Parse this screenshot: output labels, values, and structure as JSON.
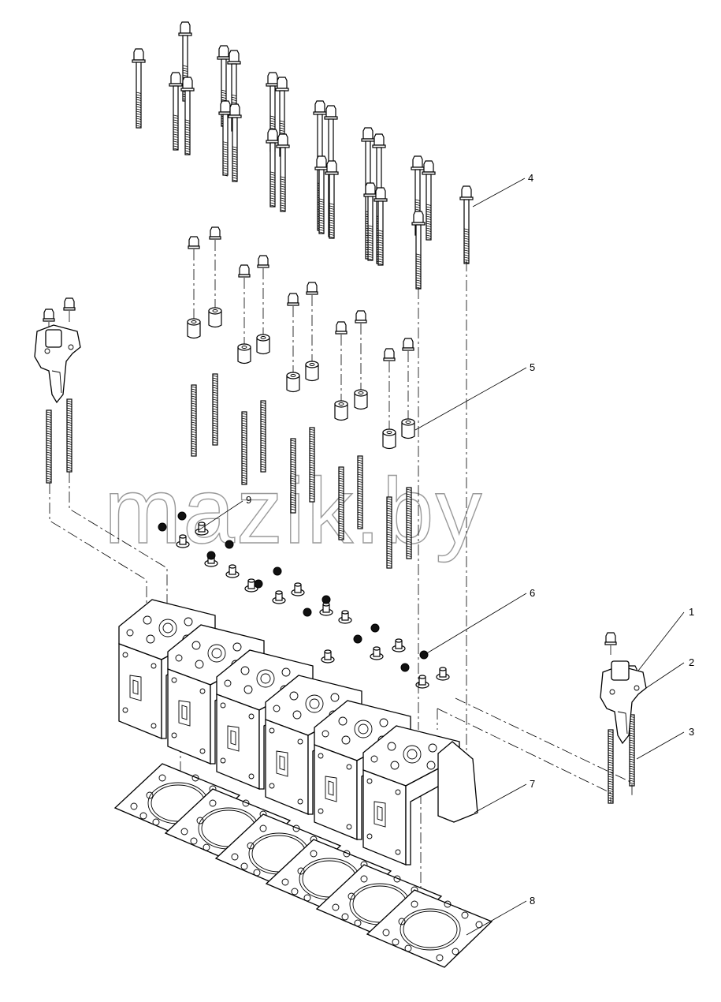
{
  "watermark": "mazik.by",
  "callouts": [
    {
      "label": "1"
    },
    {
      "label": "2"
    },
    {
      "label": "3"
    },
    {
      "label": "4"
    },
    {
      "label": "5"
    },
    {
      "label": "6"
    },
    {
      "label": "7"
    },
    {
      "label": "8"
    },
    {
      "label": "9"
    }
  ]
}
